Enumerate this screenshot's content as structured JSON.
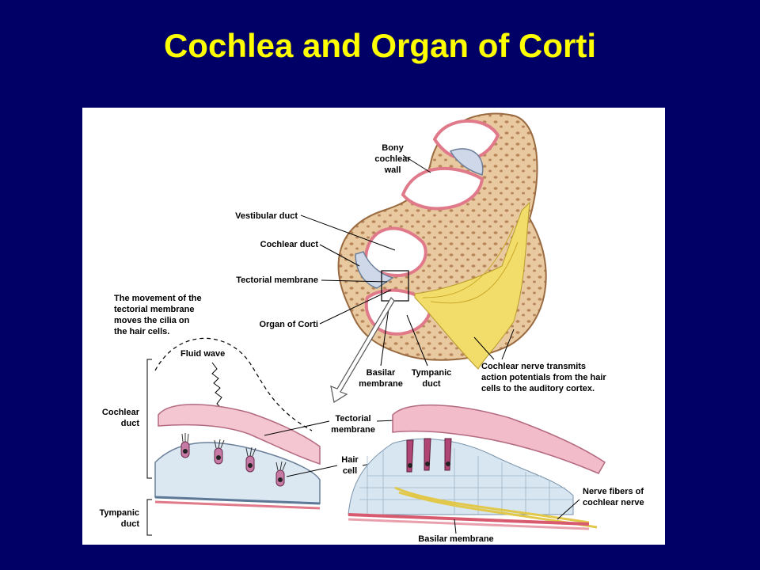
{
  "slide": {
    "title": "Cochlea and Organ of Corti"
  },
  "labels": {
    "bony_wall": [
      "Bony",
      "cochlear",
      "wall"
    ],
    "vestibular_duct": "Vestibular duct",
    "cochlear_duct_top": "Cochlear duct",
    "tectorial_membrane_top": "Tectorial membrane",
    "organ_of_corti": "Organ of Corti",
    "movement_note": [
      "The movement of the",
      "tectorial membrane",
      "moves the cilia on",
      "the hair cells."
    ],
    "basilar_membrane_mid": [
      "Basilar",
      "membrane"
    ],
    "tympanic_duct_mid": [
      "Tympanic",
      "duct"
    ],
    "cochlear_nerve_note": [
      "Cochlear nerve transmits",
      "action potentials from the hair",
      "cells to the auditory cortex."
    ],
    "fluid_wave": "Fluid wave",
    "cochlear_duct_left": [
      "Cochlear",
      "duct"
    ],
    "tectorial_membrane_mid": [
      "Tectorial",
      "membrane"
    ],
    "hair_cell": [
      "Hair",
      "cell"
    ],
    "tympanic_duct_left": [
      "Tympanic",
      "duct"
    ],
    "nerve_fibers": [
      "Nerve fibers of",
      "cochlear nerve"
    ],
    "basilar_membrane_bottom": "Basilar membrane"
  }
}
